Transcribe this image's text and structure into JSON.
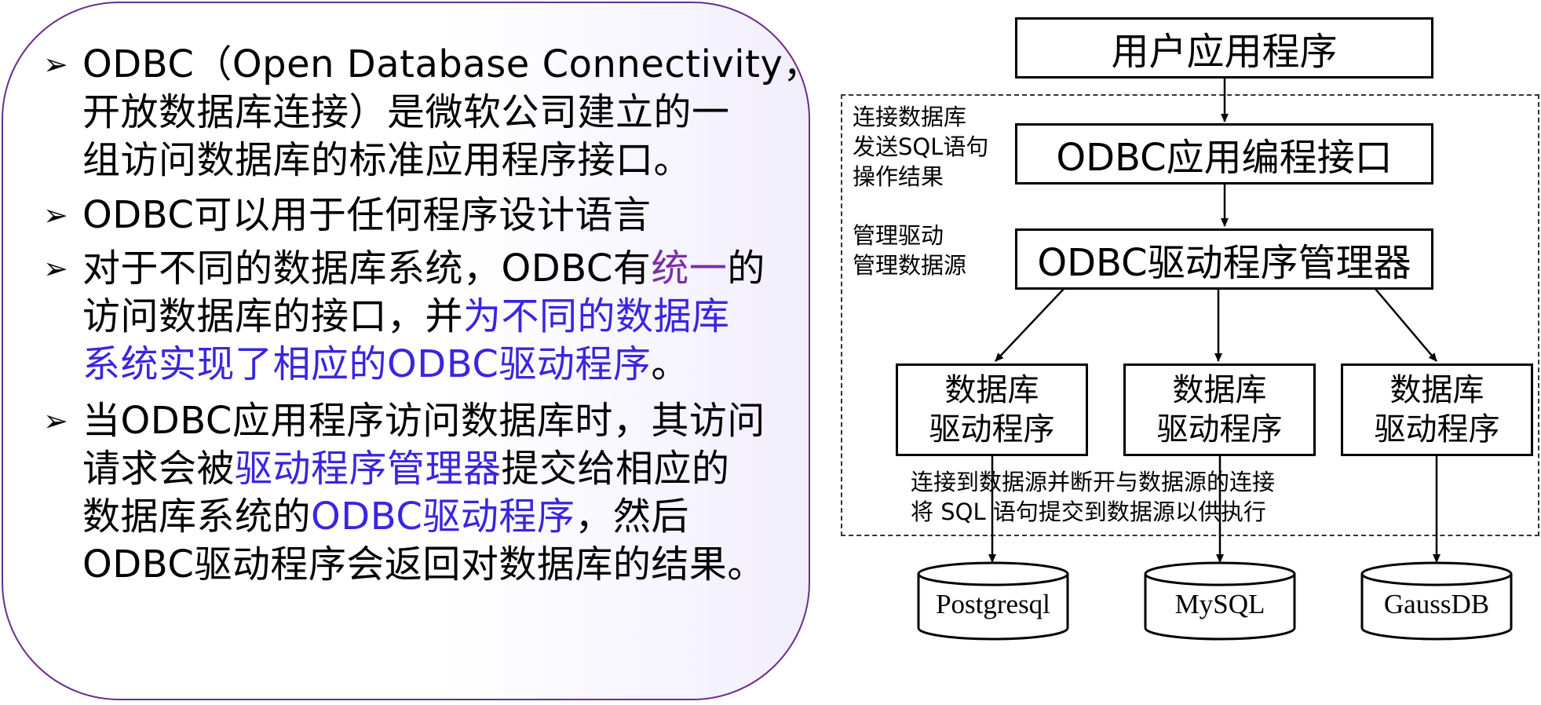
{
  "left": {
    "bullets": [
      {
        "lines": [
          [
            {
              "t": "ODBC（Open Database Connectivity，"
            }
          ],
          [
            {
              "t": "开放数据库连接）是微软公司建立的一"
            }
          ],
          [
            {
              "t": "组访问数据库的标准应用程序接口。"
            }
          ]
        ]
      },
      {
        "lines": [
          [
            {
              "t": "ODBC可以用于任何程序设计语言"
            }
          ]
        ]
      },
      {
        "lines": [
          [
            {
              "t": "对于不同的数据库系统，ODBC有"
            },
            {
              "t": "统一",
              "c": "purple"
            },
            {
              "t": "的"
            }
          ],
          [
            {
              "t": "访问数据库的接口，并"
            },
            {
              "t": "为不同的数据库",
              "c": "blue"
            }
          ],
          [
            {
              "t": "系统实现了相应的ODBC驱动程序",
              "c": "blue"
            },
            {
              "t": "。"
            }
          ]
        ]
      },
      {
        "lines": [
          [
            {
              "t": "当ODBC应用程序访问数据库时，其访问"
            }
          ],
          [
            {
              "t": "请求会被"
            },
            {
              "t": "驱动程序管理器",
              "c": "blue"
            },
            {
              "t": "提交给相应的"
            }
          ],
          [
            {
              "t": "数据库系统的"
            },
            {
              "t": "ODBC驱动程序",
              "c": "blue"
            },
            {
              "t": "，然后"
            }
          ],
          [
            {
              "t": "ODBC驱动程序会返回对数据库的结果。"
            }
          ]
        ]
      }
    ],
    "bullet_mark": "➢"
  },
  "diagram": {
    "app_box": "用户应用程序",
    "api_box": "ODBC应用编程接口",
    "manager_box": "ODBC驱动程序管理器",
    "driver_boxes": [
      {
        "line1": "数据库",
        "line2": "驱动程序"
      },
      {
        "line1": "数据库",
        "line2": "驱动程序"
      },
      {
        "line1": "数据库",
        "line2": "驱动程序"
      }
    ],
    "api_note": [
      "连接数据库",
      "发送SQL语句",
      "操作结果"
    ],
    "manager_note": [
      "管理驱动",
      "管理数据源"
    ],
    "driver_note": [
      "连接到数据源并断开与数据源的连接",
      "将 SQL 语句提交到数据源以供执行"
    ],
    "databases": [
      "Postgresql",
      "MySQL",
      "GaussDB"
    ]
  },
  "colors": {
    "panel_border": "#6a2d8f",
    "highlight_purple": "#7b2ea6",
    "highlight_blue": "#3a25e0"
  }
}
